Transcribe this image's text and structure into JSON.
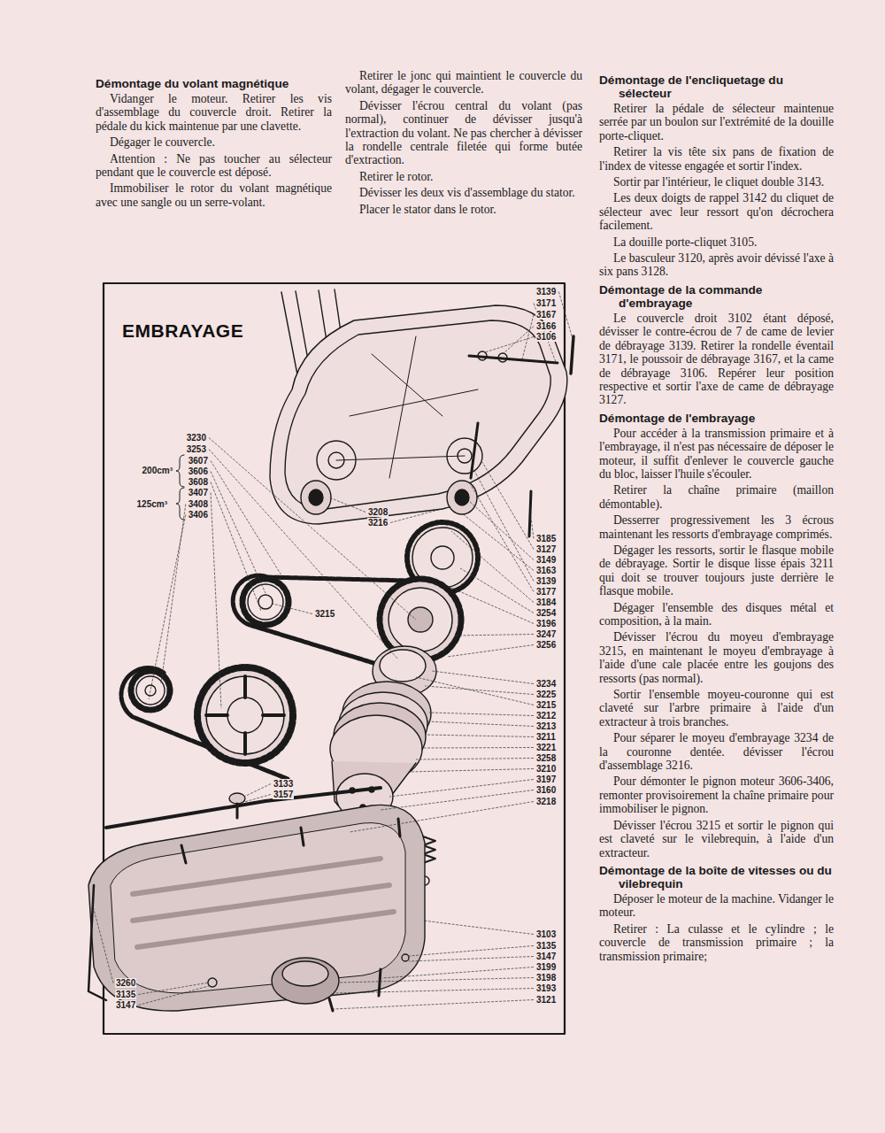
{
  "diagram": {
    "title": "EMBRAYAGE",
    "labels": [
      "Démontage du volant magnétique",
      "Vidanger le moteur. Retirer les vis d'assemblage du couvercle droit. Retirer la pédale du kick maintenue par une clavette.",
      "Dégager le couvercle.",
      "Attention : Ne pas toucher au sélecteur pendant que le couvercle est déposé.",
      "Immobiliser le rotor du volant magnétique avec une sangle ou un serre-volant.",
      "Retirer le jonc qui maintient le couvercle du volant, dégager le couvercle.",
      "Dévisser l'écrou central du volant (pas normal), continuer de dévisser jusqu'à l'extraction du volant. Ne pas chercher à dévisser la rondelle centrale filetée qui forme butée d'extraction.",
      "Retirer le rotor.",
      "Dévisser les deux vis d'assemblage du stator.",
      "Placer le stator dans le rotor.",
      "Démontage de l'encliquetage du sélecteur",
      "Retirer la pédale de sélecteur maintenue serrée par un boulon sur l'extrémité de la douille porte-cliquet.",
      "Retirer la vis tête six pans de fixation de l'index de vitesse engagée et sortir l'index.",
      "Sortir par l'intérieur, le cliquet double 3143.",
      "Les deux doigts de rappel 3142 du cliquet de sélecteur avec leur ressort qu'on décrochera facilement.",
      "La douille porte-cliquet 3105.",
      "Le basculeur 3120, après avoir dévissé l'axe à six pans 3128.",
      "Démontage de la commande d'embrayage",
      "Le couvercle droit 3102 étant déposé, dévisser le contre-écrou de 7 de came de levier de débrayage 3139. Retirer la rondelle éventail 3171, le poussoir de débrayage 3167, et la came de débrayage 3106. Repérer leur position respective et sortir l'axe de came de débrayage 3127.",
      "Démontage de l'embrayage",
      "Pour accéder à la transmission primaire et à l'embrayage, il n'est pas nécessaire de déposer le moteur, il suffit d'enlever le couvercle gauche du bloc, laisser l'huile s'écouler.",
      "Retirer la chaîne primaire (maillon démontable).",
      "Desserrer progressivement les 3 écrous maintenant les ressorts d'embrayage comprimés.",
      "Dégager les ressorts, sortir le flasque mobile de débrayage. Sortir le disque lisse épais 3211 qui doit se trouver toujours juste derrière le flasque mobile.",
      "Dégager l'ensemble des disques métal et composition, à la main.",
      "Dévisser l'écrou du moyeu d'embrayage 3215, en maintenant le moyeu d'embrayage à l'aide d'une cale placée entre les goujons des ressorts (pas normal).",
      "Sortir l'ensemble moyeu-couronne qui est claveté sur l'arbre primaire à l'aide d'un extracteur à trois branches.",
      "Pour séparer le moyeu d'embrayage 3234 de la couronne dentée. dévisser l'écrou d'assemblage 3216.",
      "Pour démonter le pignon moteur 3606-3406, remonter provisoirement la chaîne primaire pour immobiliser le pignon.",
      "Dévisser l'écrou 3215 et sortir le pignon qui est claveté sur le vilebrequin, à l'aide d'un extracteur.",
      "Démontage de la boîte de vitesses ou du vilebrequin",
      "Déposer le moteur de la machine. Vidanger le moteur.",
      "Retirer : La culasse et le cylindre ; le couvercle de transmission primaire ; la transmission primaire;",
      "3139",
      "3171",
      "3167",
      "3166",
      "3106",
      "3185",
      "3127",
      "3149",
      "3163",
      "3139",
      "3177",
      "3184",
      "3254",
      "3196",
      "3247",
      "3256",
      "3234",
      "3225",
      "3215",
      "3212",
      "3213",
      "3211",
      "3221",
      "3258",
      "3210",
      "3197",
      "3160",
      "3218",
      "3103",
      "3135",
      "3147",
      "3199",
      "3198",
      "3193",
      "3121",
      "3230",
      "3253",
      "200cm³",
      "3607",
      "3606",
      "3608",
      "125cm³",
      "3407",
      "3408",
      "3406",
      "3208",
      "3216",
      "3215",
      "3133",
      "3157",
      "3260",
      "3135",
      "3147"
    ]
  }
}
